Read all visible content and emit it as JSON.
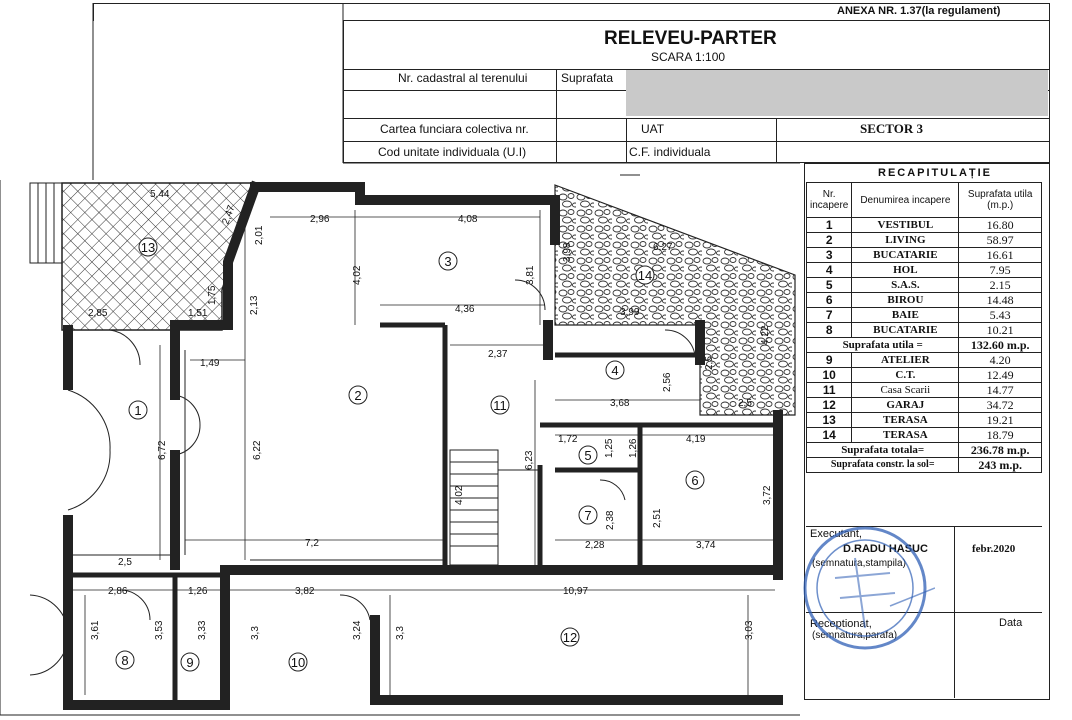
{
  "annex": "ANEXA NR. 1.37(la regulament)",
  "title": "RELEVEU-PARTER",
  "scale": "SCARA 1:100",
  "fields": {
    "cadastral": "Nr. cadastral al terenului",
    "suprafata": "Suprafata",
    "carte_funciara": "Cartea funciara colectiva nr.",
    "uat": "UAT",
    "sector": "SECTOR 3",
    "cod_unitate": "Cod unitate individuala (U.I)",
    "cf_individuala": "C.F. individuala"
  },
  "recap": {
    "title": "RECAPITULAȚIE",
    "headers": [
      "Nr. incapere",
      "Denumirea incapere",
      "Suprafata utila (m.p.)"
    ],
    "rows": [
      {
        "nr": "1",
        "name": "VESTIBUL",
        "area": "16.80"
      },
      {
        "nr": "2",
        "name": "LIVING",
        "area": "58.97"
      },
      {
        "nr": "3",
        "name": "BUCATARIE",
        "area": "16.61"
      },
      {
        "nr": "4",
        "name": "HOL",
        "area": "7.95"
      },
      {
        "nr": "5",
        "name": "S.A.S.",
        "area": "2.15"
      },
      {
        "nr": "6",
        "name": "BIROU",
        "area": "14.48"
      },
      {
        "nr": "7",
        "name": "BAIE",
        "area": "5.43"
      },
      {
        "nr": "8",
        "name": "BUCATARIE",
        "area": "10.21"
      }
    ],
    "util_label": "Suprafata utila =",
    "util_value": "132.60 m.p.",
    "rows2": [
      {
        "nr": "9",
        "name": "ATELIER",
        "area": "4.20"
      },
      {
        "nr": "10",
        "name": "C.T.",
        "area": "12.49"
      },
      {
        "nr": "11",
        "name": "Casa Scarii",
        "area": "14.77"
      },
      {
        "nr": "12",
        "name": "GARAJ",
        "area": "34.72"
      },
      {
        "nr": "13",
        "name": "TERASA",
        "area": "19.21"
      },
      {
        "nr": "14",
        "name": "TERASA",
        "area": "18.79"
      }
    ],
    "total_label": "Suprafata totala=",
    "total_value": "236.78 m.p.",
    "constr_label": "Suprafata constr. la sol=",
    "constr_value": "243 m.p.",
    "executant": "Executant,",
    "executant_name": "D.RADU HASUC",
    "executant_sign": "(semnatura,stampila)",
    "date": "febr.2020",
    "receptionat": "Receptionat,",
    "receptionat_sign": "(semnatura,parafa)",
    "data_label": "Data"
  },
  "rooms": [
    "1",
    "2",
    "3",
    "4",
    "5",
    "6",
    "7",
    "8",
    "9",
    "10",
    "11",
    "12",
    "13",
    "14"
  ],
  "dims": [
    "5,44",
    "2,47",
    "2,01",
    "2,96",
    "4,08",
    "4,02",
    "3,81",
    "3,98",
    "6,27",
    "1,75",
    "2,13",
    "2,85",
    "1,51",
    "4,36",
    "3,99",
    "4,22",
    "1,49",
    "2,37",
    "2,5",
    "3,68",
    "2,56",
    "2,5",
    "6,72",
    "6,22",
    "1,72",
    "1,25",
    "1,26",
    "4,19",
    "6,23",
    "4,02",
    "2,38",
    "2,51",
    "3,72",
    "2,28",
    "3,74",
    "7,2",
    "2,5",
    "2,86",
    "1,26",
    "3,82",
    "10,97",
    "3,61",
    "3,53",
    "3,33",
    "3,3",
    "3,24",
    "3,3",
    "3,03"
  ]
}
